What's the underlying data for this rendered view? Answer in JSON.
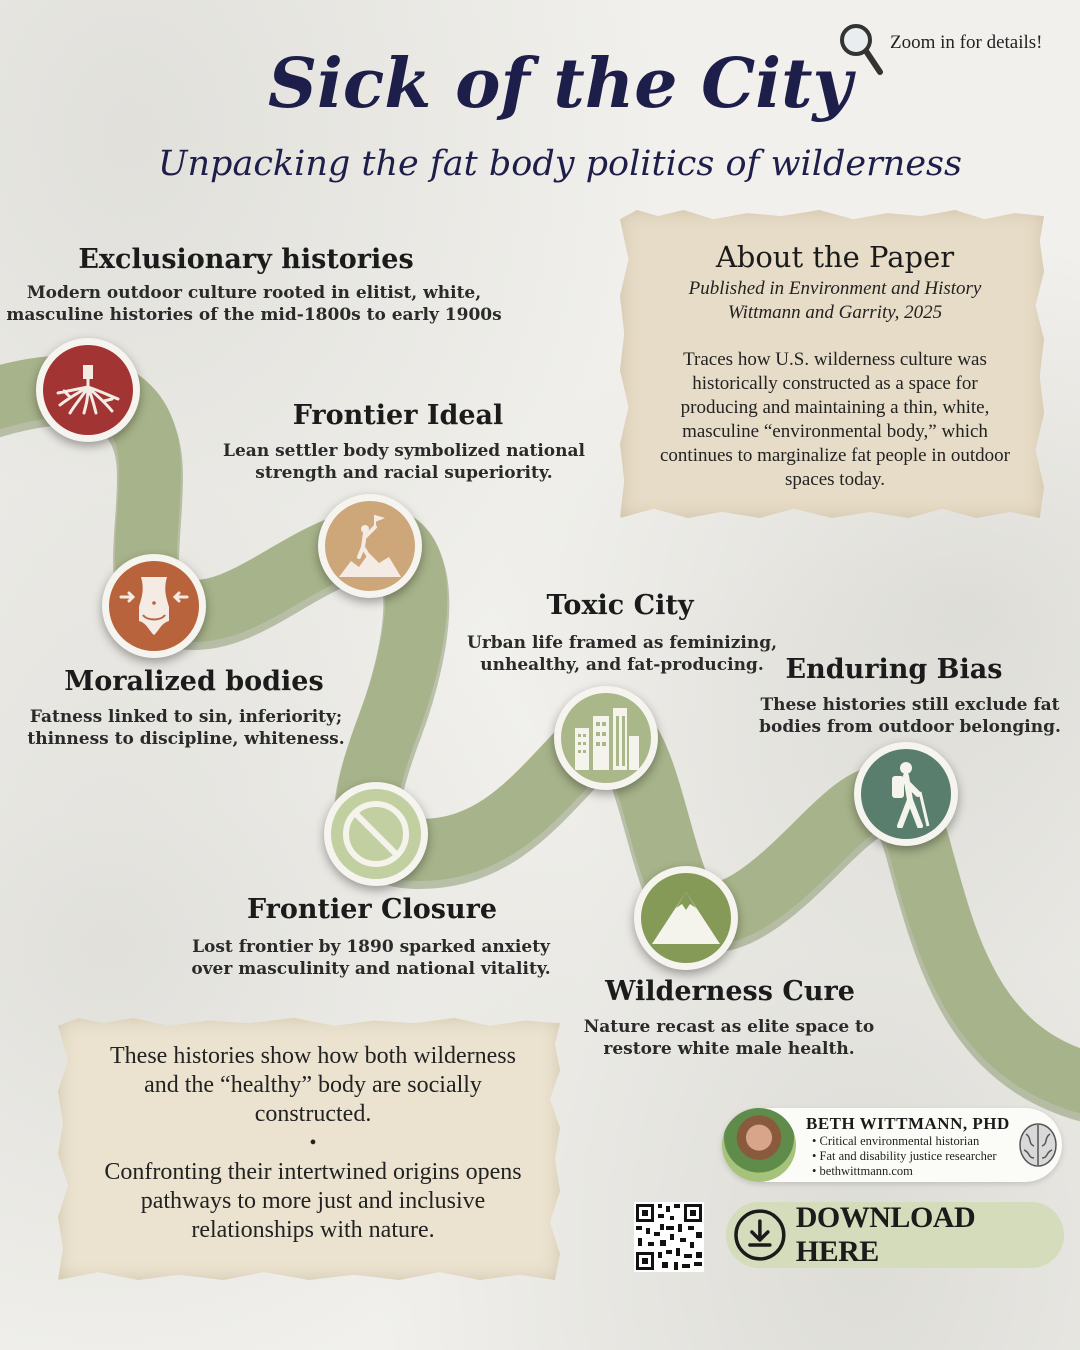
{
  "header": {
    "title": "Sick of the City",
    "subtitle": "Unpacking the fat body politics of wilderness",
    "zoom_hint": "Zoom in for details!"
  },
  "colors": {
    "path": "#a7b38a",
    "path_shadow": "#8e9b72",
    "title": "#1e1e4b",
    "paper": "#e7dcc7",
    "node_roots": "#a33434",
    "node_waist": "#b8633c",
    "node_flag": "#cda779",
    "node_prohibited": "#c2cfa0",
    "node_city": "#aab889",
    "node_mountain": "#859a57",
    "node_hiker": "#597e6d"
  },
  "timeline": [
    {
      "heading": "Exclusionary histories",
      "desc_lines": [
        "Modern outdoor culture rooted in elitist, white,",
        "masculine histories of the mid-1800s to early 1900s"
      ],
      "icon": "roots-icon"
    },
    {
      "heading": "Moralized bodies",
      "desc_lines": [
        "Fatness linked to sin, inferiority;",
        "thinness to discipline, whiteness."
      ],
      "icon": "waist-icon"
    },
    {
      "heading": "Frontier Ideal",
      "desc_lines": [
        "Lean settler body symbolized national",
        "strength and racial superiority."
      ],
      "icon": "flag-summit-icon"
    },
    {
      "heading": "Frontier Closure",
      "desc_lines": [
        "Lost frontier by 1890 sparked anxiety",
        "over masculinity and national vitality."
      ],
      "icon": "prohibited-icon"
    },
    {
      "heading": "Toxic City",
      "desc_lines": [
        "Urban life framed as feminizing,",
        "unhealthy, and fat-producing."
      ],
      "icon": "city-buildings-icon"
    },
    {
      "heading": "Wilderness Cure",
      "desc_lines": [
        "Nature recast as elite space to",
        "restore white male health."
      ],
      "icon": "mountain-icon"
    },
    {
      "heading": "Enduring Bias",
      "desc_lines": [
        "These histories still exclude fat",
        "bodies from outdoor belonging."
      ],
      "icon": "hiker-icon"
    }
  ],
  "about": {
    "title": "About the Paper",
    "published": "Published in Environment and History",
    "authors": "Wittmann and Garrity, 2025",
    "body_lines": [
      "Traces how U.S. wilderness culture was",
      "historically constructed as a space for",
      "producing and maintaining a thin, white,",
      "masculine “environmental body,” which",
      "continues to marginalize fat people in outdoor",
      "spaces today."
    ]
  },
  "conclusion": {
    "para1_lines": [
      "These histories show how both wilderness",
      "and the “healthy” body are socially",
      "constructed."
    ],
    "separator": "•",
    "para2_lines": [
      "Confronting their intertwined origins opens",
      "pathways to more just and inclusive",
      "relationships with nature."
    ]
  },
  "author": {
    "name": "BETH WITTMANN, PHD",
    "bullets": [
      "Critical environmental historian",
      "Fat and disability justice researcher",
      "bethwittmann.com"
    ]
  },
  "download": {
    "label": "DOWNLOAD HERE"
  }
}
